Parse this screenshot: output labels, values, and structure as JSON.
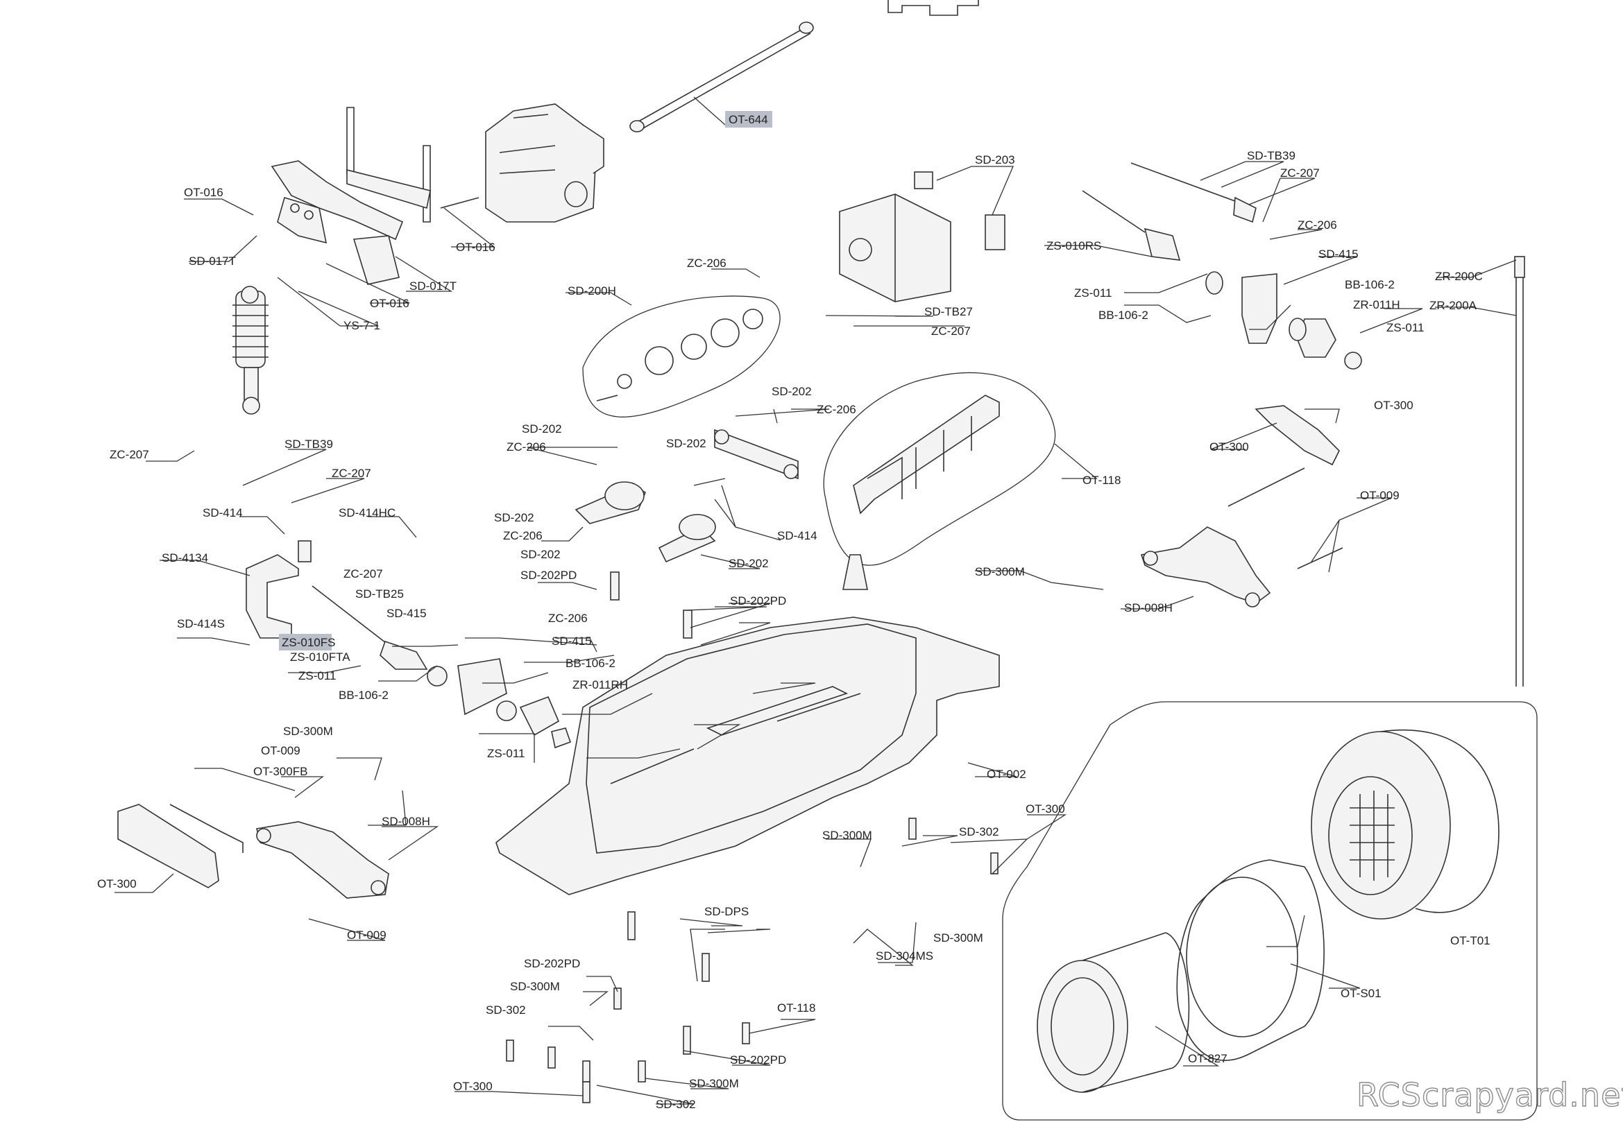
{
  "watermark": "RCScrapyard.net",
  "callouts": [
    {
      "id": "ot644",
      "text": "OT-644",
      "highlight": true
    },
    {
      "id": "ot016a",
      "text": "OT-016"
    },
    {
      "id": "sd017t_a",
      "text": "SD-017T"
    },
    {
      "id": "ot016b",
      "text": "OT-016"
    },
    {
      "id": "sd017t_b",
      "text": "SD-017T"
    },
    {
      "id": "ot016c",
      "text": "OT-016"
    },
    {
      "id": "ys71",
      "text": "YS-7-1"
    },
    {
      "id": "sd203",
      "text": "SD-203"
    },
    {
      "id": "sdtb39a",
      "text": "SD-TB39"
    },
    {
      "id": "zc207a",
      "text": "ZC-207"
    },
    {
      "id": "zc206a",
      "text": "ZC-206"
    },
    {
      "id": "zs010rs",
      "text": "ZS-010RS"
    },
    {
      "id": "sd415a",
      "text": "SD-415"
    },
    {
      "id": "zc206b",
      "text": "ZC-206"
    },
    {
      "id": "sd200h",
      "text": "SD-200H"
    },
    {
      "id": "zs011a",
      "text": "ZS-011"
    },
    {
      "id": "bb1062a",
      "text": "BB-106-2"
    },
    {
      "id": "bb1062b",
      "text": "BB-106-2"
    },
    {
      "id": "zr011h",
      "text": "ZR-011H"
    },
    {
      "id": "zs011b",
      "text": "ZS-011"
    },
    {
      "id": "zr200c",
      "text": "ZR-200C"
    },
    {
      "id": "zr200a",
      "text": "ZR-200A"
    },
    {
      "id": "sdtb27",
      "text": "SD-TB27"
    },
    {
      "id": "zc207b",
      "text": "ZC-207"
    },
    {
      "id": "sd202a",
      "text": "SD-202"
    },
    {
      "id": "zc206c",
      "text": "ZC-206"
    },
    {
      "id": "ot300a",
      "text": "OT-300"
    },
    {
      "id": "ot300b",
      "text": "OT-300"
    },
    {
      "id": "zc207c",
      "text": "ZC-207"
    },
    {
      "id": "sdtb39b",
      "text": "SD-TB39"
    },
    {
      "id": "zc207d",
      "text": "ZC-207"
    },
    {
      "id": "sd202b",
      "text": "SD-202"
    },
    {
      "id": "zc206d",
      "text": "ZC-206"
    },
    {
      "id": "sd202c",
      "text": "SD-202"
    },
    {
      "id": "ot118a",
      "text": "OT-118"
    },
    {
      "id": "ot009a",
      "text": "OT-009"
    },
    {
      "id": "sd414",
      "text": "SD-414"
    },
    {
      "id": "sd414hc",
      "text": "SD-414HC"
    },
    {
      "id": "sd202d",
      "text": "SD-202"
    },
    {
      "id": "zc206e",
      "text": "ZC-206"
    },
    {
      "id": "sd414b",
      "text": "SD-414"
    },
    {
      "id": "sd4134",
      "text": "SD-4134"
    },
    {
      "id": "sd202e",
      "text": "SD-202"
    },
    {
      "id": "sd300m_a",
      "text": "SD-300M"
    },
    {
      "id": "zc207e",
      "text": "ZC-207"
    },
    {
      "id": "sd202pd_a",
      "text": "SD-202PD"
    },
    {
      "id": "sd202f",
      "text": "SD-202"
    },
    {
      "id": "sd008h_a",
      "text": "SD-008H"
    },
    {
      "id": "sdtb25",
      "text": "SD-TB25"
    },
    {
      "id": "sd202pd_b",
      "text": "SD-202PD"
    },
    {
      "id": "sd415b",
      "text": "SD-415"
    },
    {
      "id": "sd414s",
      "text": "SD-414S"
    },
    {
      "id": "zc206f",
      "text": "ZC-206"
    },
    {
      "id": "zs010fs",
      "text": "ZS-010FS",
      "highlight": true
    },
    {
      "id": "sd415c",
      "text": "SD-415"
    },
    {
      "id": "zs010fta",
      "text": "ZS-010FTA"
    },
    {
      "id": "bb1062c",
      "text": "BB-106-2"
    },
    {
      "id": "zs011c",
      "text": "ZS-011"
    },
    {
      "id": "zr011rh",
      "text": "ZR-011RH"
    },
    {
      "id": "bb1062d",
      "text": "BB-106-2"
    },
    {
      "id": "sd300m_b",
      "text": "SD-300M"
    },
    {
      "id": "zs011d",
      "text": "ZS-011"
    },
    {
      "id": "ot009b",
      "text": "OT-009"
    },
    {
      "id": "ot300fb",
      "text": "OT-300FB"
    },
    {
      "id": "ot002",
      "text": "OT-002"
    },
    {
      "id": "ot300c",
      "text": "OT-300"
    },
    {
      "id": "sd008h_b",
      "text": "SD-008H"
    },
    {
      "id": "sd300m_c",
      "text": "SD-300M"
    },
    {
      "id": "sd302a",
      "text": "SD-302"
    },
    {
      "id": "ot300d",
      "text": "OT-300"
    },
    {
      "id": "sddps",
      "text": "SD-DPS"
    },
    {
      "id": "ot009c",
      "text": "OT-009"
    },
    {
      "id": "sd300m_d",
      "text": "SD-300M"
    },
    {
      "id": "sd304ms",
      "text": "SD-304MS"
    },
    {
      "id": "ot_t01",
      "text": "OT-T01"
    },
    {
      "id": "sd202pd_c",
      "text": "SD-202PD"
    },
    {
      "id": "sd300m_e",
      "text": "SD-300M"
    },
    {
      "id": "ot_s01",
      "text": "OT-S01"
    },
    {
      "id": "sd302b",
      "text": "SD-302"
    },
    {
      "id": "ot118b",
      "text": "OT-118"
    },
    {
      "id": "sd202pd_d",
      "text": "SD-202PD"
    },
    {
      "id": "ot827",
      "text": "OT-827"
    },
    {
      "id": "ot300e",
      "text": "OT-300"
    },
    {
      "id": "sd300m_f",
      "text": "SD-300M"
    },
    {
      "id": "sd302c",
      "text": "SD-302"
    }
  ]
}
